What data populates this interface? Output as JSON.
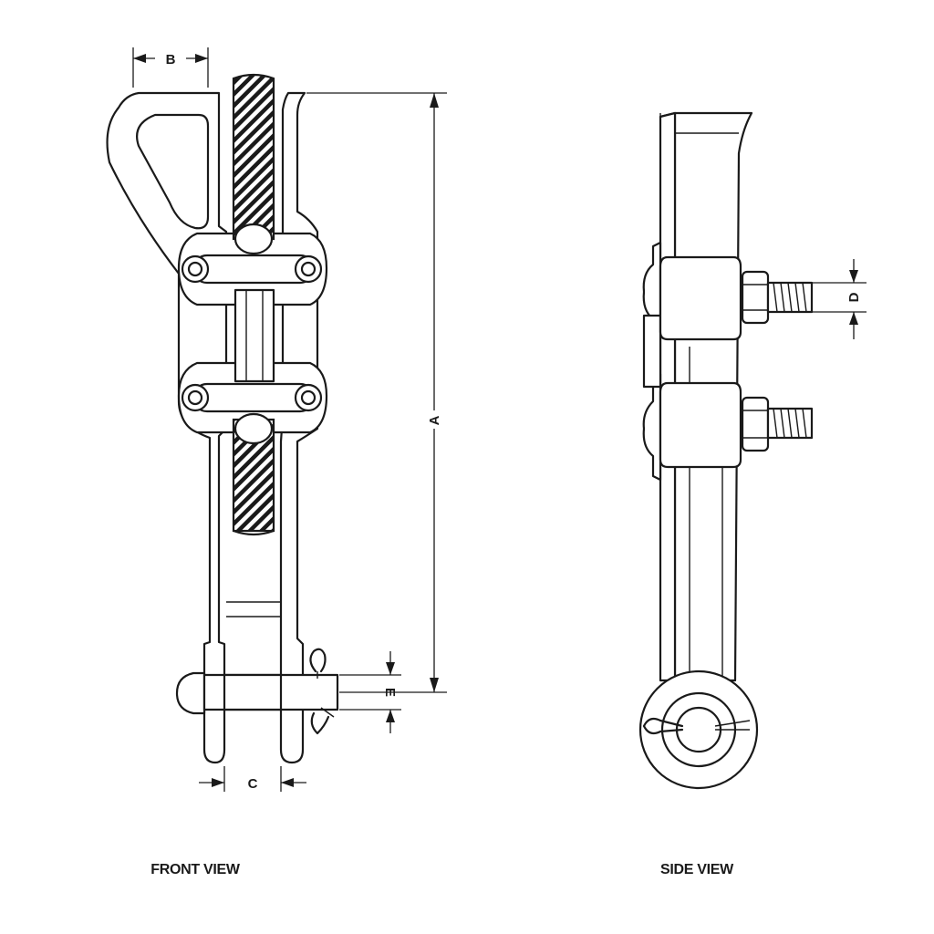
{
  "views": {
    "front": {
      "label": "FRONT VIEW"
    },
    "side": {
      "label": "SIDE VIEW"
    }
  },
  "dimensions": {
    "a": "A",
    "b": "B",
    "c": "C",
    "d": "D",
    "e": "E"
  }
}
